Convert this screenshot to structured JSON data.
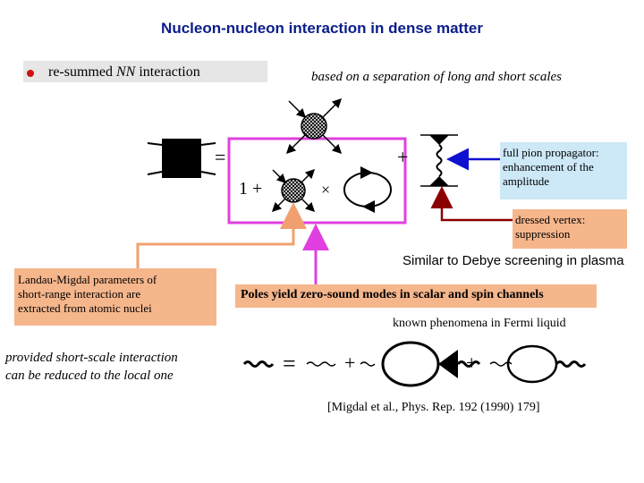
{
  "title": "Nucleon-nucleon interaction in dense matter",
  "bullet": {
    "text_prefix": "re-summed ",
    "text_math": "NN",
    "text_suffix": " interaction"
  },
  "scales_note": "based on a separation of long and short scales",
  "equation": {
    "equals": "=",
    "plus": "+",
    "one_plus": "1 +",
    "times": "×"
  },
  "pion_note": [
    "full pion propagator:",
    "enhancement of the",
    "amplitude"
  ],
  "vertex_note": [
    "dressed vertex:",
    "suppression"
  ],
  "debye_note": "Similar to Debye screening in plasma",
  "landau_note": [
    "Landau-Migdal parameters of",
    "short-range interaction are",
    "extracted from atomic nuclei"
  ],
  "poles_note": "Poles yield zero-sound modes in scalar and spin channels",
  "fermi_note": "known phenomena in Fermi liquid",
  "provided_note": [
    "provided short-scale interaction",
    "can be reduced to the local one"
  ],
  "bottom_eq": {
    "equals": "=",
    "plus1": "+",
    "plus2": "+"
  },
  "reference": "[Migdal et al., Phys. Rep. 192 (1990) 179]",
  "colors": {
    "title": "#0b1d8a",
    "magenta": "#e040e0",
    "peach": "#f6b68c",
    "salmon": "#f0a070",
    "blue_arrow": "#1010d0",
    "dark_red_arrow": "#8b0000",
    "light_blue_box": "#cde8f7",
    "bullet": "#d01010"
  }
}
